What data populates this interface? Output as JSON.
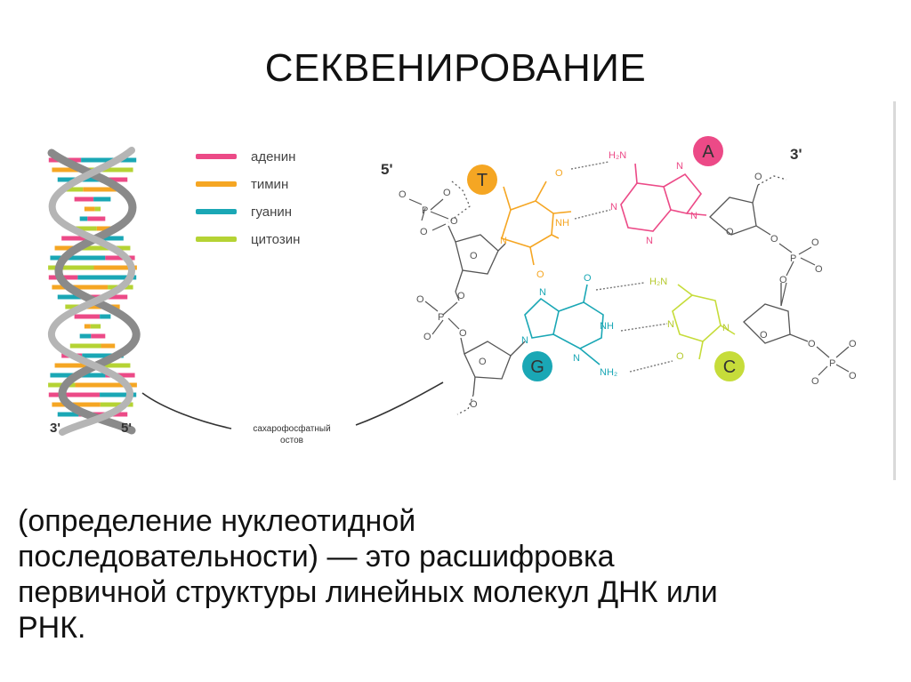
{
  "slide": {
    "title": "СЕКВЕНИРОВАНИЕ",
    "body_lines": [
      "(определение  нуклеотидной",
      "последовательности) — это расшифровка",
      "первичной структуры линейных молекул ДНК или",
      "РНК."
    ]
  },
  "figure": {
    "legend": [
      {
        "label": "аденин",
        "color": "#ec4a87"
      },
      {
        "label": "тимин",
        "color": "#f5a623"
      },
      {
        "label": "гуанин",
        "color": "#1aa7b5"
      },
      {
        "label": "цитозин",
        "color": "#b5d334"
      }
    ],
    "helix_end_left": "3'",
    "helix_end_right": "5'",
    "backbone_caption_line1": "сахарофосфатный",
    "backbone_caption_line2": "остов",
    "strand_top_left": "5'",
    "strand_top_right": "3'",
    "bases": [
      {
        "letter": "T",
        "color": "#f5a623"
      },
      {
        "letter": "A",
        "color": "#ec4a87"
      },
      {
        "letter": "G",
        "color": "#1aa7b5"
      },
      {
        "letter": "C",
        "color": "#c6dc3a"
      }
    ],
    "atoms": {
      "o": "O",
      "p": "P",
      "n": "N",
      "nh": "NH",
      "h2n_top": "H₂N",
      "h2n_mid": "H₂N",
      "nh2": "NH₂"
    }
  }
}
